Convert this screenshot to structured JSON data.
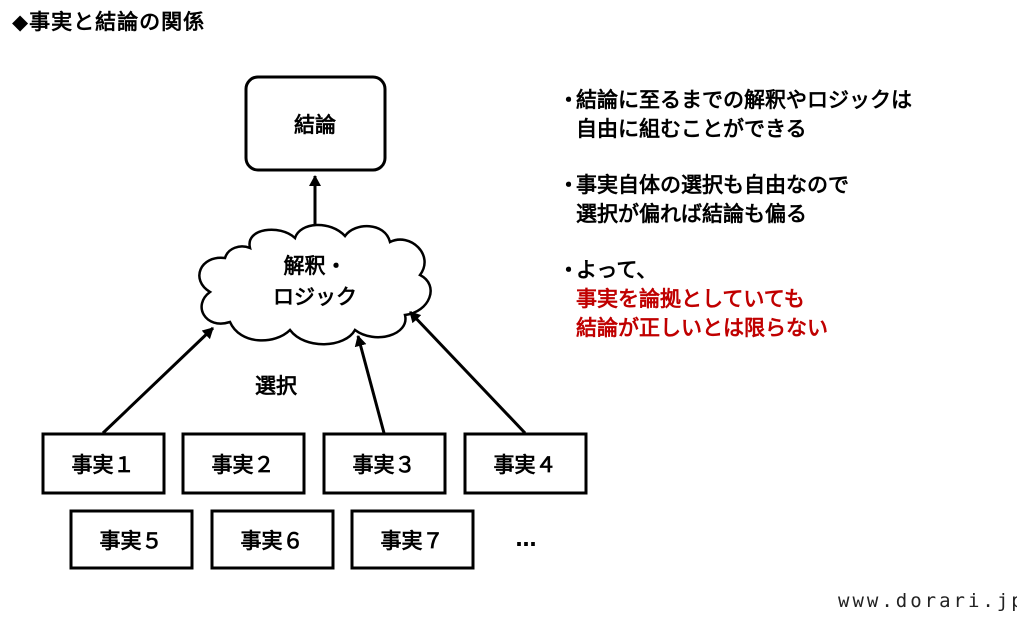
{
  "title": "◆事実と結論の関係",
  "diagram": {
    "conclusion": "結論",
    "cloud_line1": "解釈・",
    "cloud_line2": "ロジック",
    "selection": "選択",
    "facts": [
      "事実１",
      "事実２",
      "事実３",
      "事実４",
      "事実５",
      "事実６",
      "事実７"
    ],
    "ellipsis": "…"
  },
  "bullets": {
    "mark": "・",
    "b1": {
      "line1": "結論に至るまでの解釈やロジックは",
      "line2": "自由に組むことができる"
    },
    "b2": {
      "line1": "事実自体の選択も自由なので",
      "line2": "選択が偏れば結論も偏る"
    },
    "b3": {
      "line1": "よって、",
      "line2": "事実を論拠としていても",
      "line3": "結論が正しいとは限らない"
    }
  },
  "colors": {
    "emphasis": "#c00000",
    "stroke": "#000000"
  },
  "watermark": "www.dorari.jp"
}
